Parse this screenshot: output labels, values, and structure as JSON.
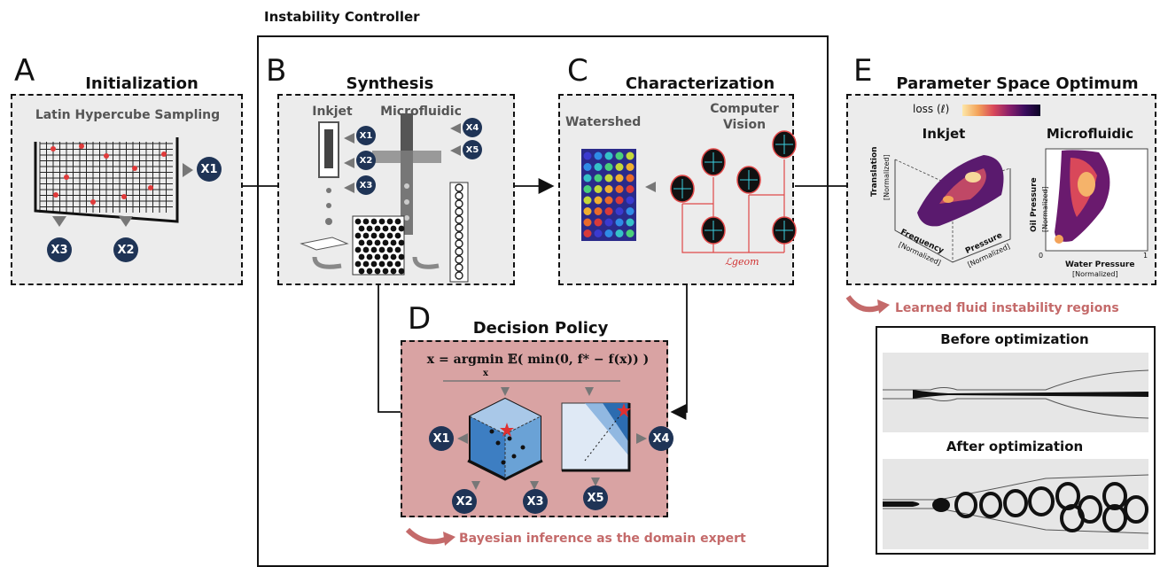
{
  "controller_title": "Instability Controller",
  "panelA": {
    "letter": "A",
    "title": "Initialization",
    "subtitle": "Latin Hypercube Sampling"
  },
  "panelB": {
    "letter": "B",
    "title": "Synthesis",
    "sub1": "Inkjet",
    "sub2": "Microfluidic"
  },
  "panelC": {
    "letter": "C",
    "title": "Characterization",
    "sub1": "Watershed",
    "sub2_line1": "Computer",
    "sub2_line2": "Vision",
    "loss_label": "ℒgeom"
  },
  "panelD": {
    "letter": "D",
    "title": "Decision Policy",
    "formula": "x = argmin 𝔼( min(0, f* − f(x)) )",
    "formula_sub": "x"
  },
  "panelE": {
    "letter": "E",
    "title": "Parameter Space Optimum",
    "loss_label": "loss (ℓ)",
    "inkjet_title": "Inkjet",
    "micro_title": "Microfluidic",
    "ax_translation": "Translation",
    "ax_frequency": "Frequency",
    "ax_pressure": "Pressure",
    "ax_oil": "Oil Pressure",
    "ax_water": "Water Pressure",
    "normalized": "[Normalized]",
    "tick0": "0",
    "tick1": "1"
  },
  "note_regions": "Learned fluid instability regions",
  "note_bayes": "Bayesian inference as the domain expert",
  "photo": {
    "before": "Before optimization",
    "after": "After optimization"
  },
  "badges": {
    "x1": "X1",
    "x2": "X2",
    "x3": "X3",
    "x4": "X4",
    "x5": "X5"
  },
  "colors": {
    "panel_bg": "#ececec",
    "policy_bg": "#d9a3a3",
    "badge": "#1f3456",
    "accent": "#c46a6a"
  }
}
